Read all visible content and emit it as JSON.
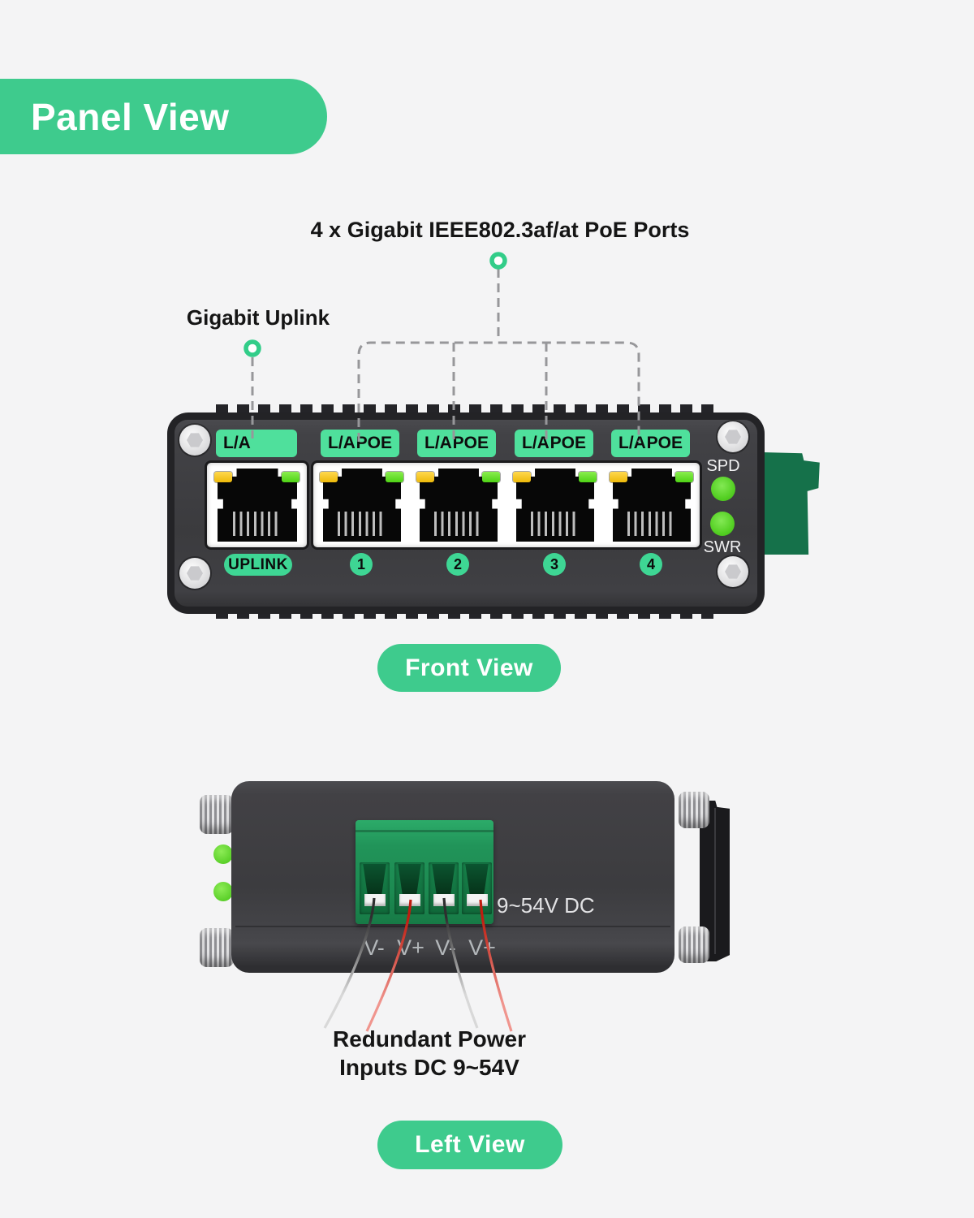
{
  "badge": {
    "label": "Panel View"
  },
  "annotations": {
    "poe_ports": "4 x Gigabit IEEE802.3af/at PoE Ports",
    "uplink": "Gigabit Uplink"
  },
  "front_view": {
    "caption": "Front View",
    "uplink_strip": "L/A",
    "uplink_badge": "UPLINK",
    "ports": [
      {
        "la": "L/A",
        "poe": "POE",
        "number": "1"
      },
      {
        "la": "L/A",
        "poe": "POE",
        "number": "2"
      },
      {
        "la": "L/A",
        "poe": "POE",
        "number": "3"
      },
      {
        "la": "L/A",
        "poe": "POE",
        "number": "4"
      }
    ],
    "leds": {
      "spd": "SPD",
      "swr": "SWR"
    }
  },
  "left_view": {
    "caption": "Left View",
    "voltage": "9~54V DC",
    "terminals": [
      "V-",
      "V+",
      "V-",
      "V+"
    ],
    "note": {
      "line1": "Redundant Power",
      "line2": "Inputs DC 9~54V"
    }
  },
  "colors": {
    "accent_green": "#3ECB8D",
    "strip_green": "#4FE09C",
    "pill_green": "#3ED694",
    "led_yellow": "#F2C215",
    "led_green": "#55D024",
    "terminal_block_green": "#1E8F55",
    "side_block_green": "#15714A",
    "device_body": "#3C3C3F",
    "wire_red": "#D92A1C",
    "background": "#F4F4F5",
    "dash_gray": "#97979A"
  }
}
